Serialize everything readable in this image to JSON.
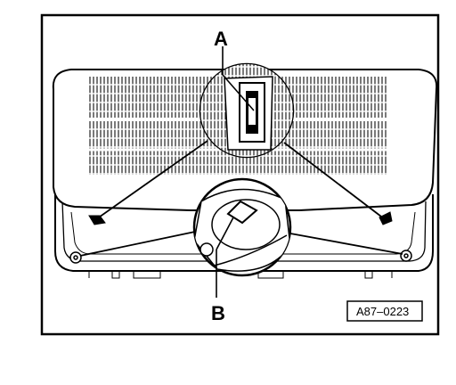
{
  "figure": {
    "callouts": [
      {
        "id": "A",
        "label": "A"
      },
      {
        "id": "B",
        "label": "B"
      }
    ],
    "reference_code": "A87–0223"
  },
  "colors": {
    "ink": "#000000",
    "paper": "#ffffff",
    "hatching": "#222222"
  },
  "icons": [
    "illustration-line-art"
  ]
}
